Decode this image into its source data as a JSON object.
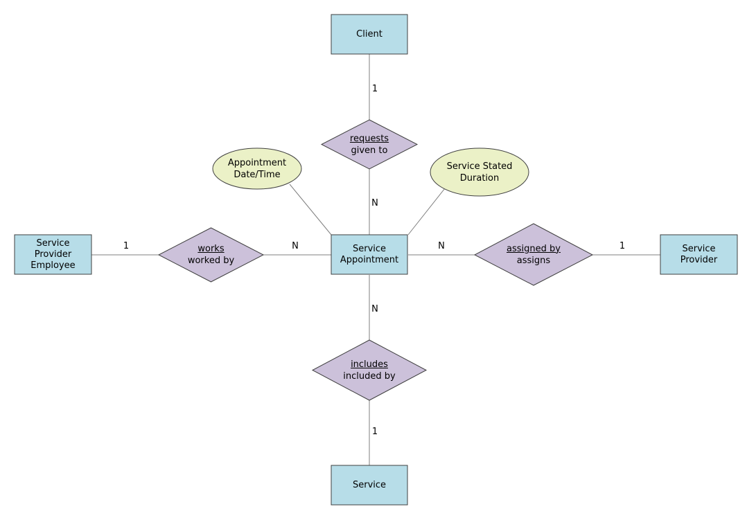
{
  "colors": {
    "entity_fill": "#b7dde8",
    "relationship_fill": "#ccc1da",
    "attribute_fill": "#ebf1c7",
    "stroke": "#3f3f3f",
    "connector": "#7f7f7f"
  },
  "entities": {
    "client": "Client",
    "service_appointment": [
      "Service",
      "Appointment"
    ],
    "service_provider_employee": [
      "Service",
      "Provider",
      "Employee"
    ],
    "service_provider": [
      "Service",
      "Provider"
    ],
    "service": "Service"
  },
  "relationships": {
    "requests": {
      "primary": "requests",
      "secondary": "given to"
    },
    "works": {
      "primary": "works",
      "secondary": "worked by"
    },
    "assigned": {
      "primary": "assigned by",
      "secondary": "assigns"
    },
    "includes": {
      "primary": "includes",
      "secondary": "included by"
    }
  },
  "attributes": {
    "appointment_datetime": [
      "Appointment",
      "Date/Time"
    ],
    "service_duration": [
      "Service Stated",
      "Duration"
    ]
  },
  "cardinalities": {
    "client_side": "1",
    "appointment_top": "N",
    "employee_side": "1",
    "appointment_left": "N",
    "appointment_right": "N",
    "provider_side": "1",
    "appointment_bottom": "N",
    "service_side": "1"
  }
}
